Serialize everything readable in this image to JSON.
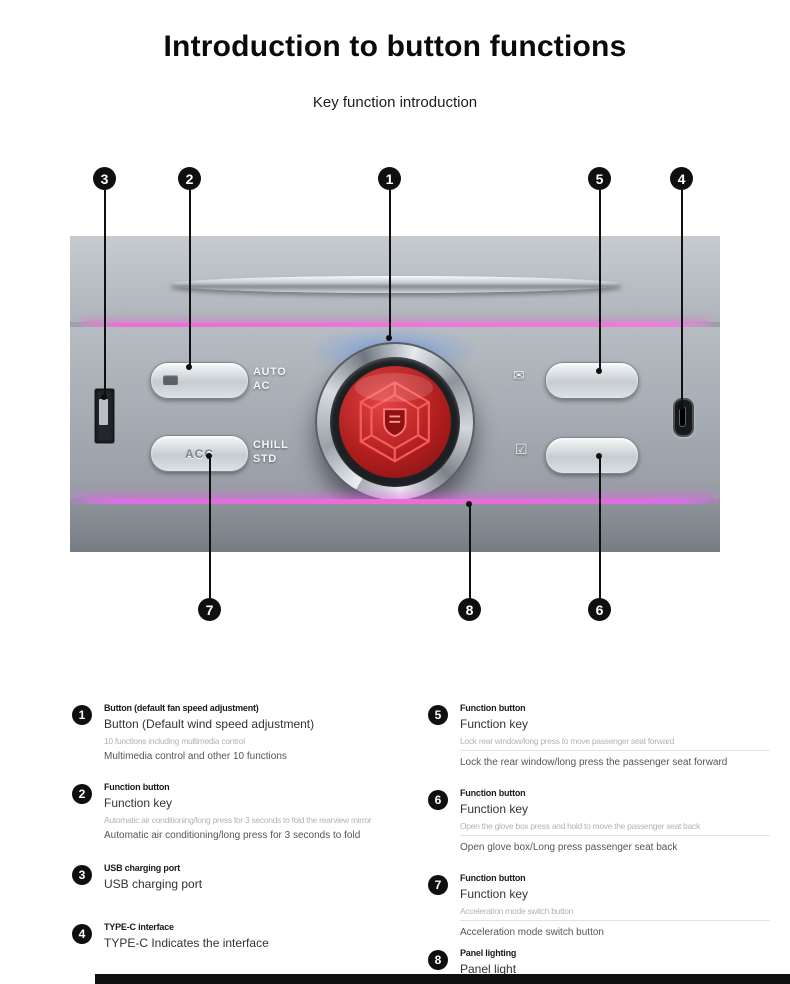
{
  "page": {
    "title": "Introduction to button functions",
    "subtitle": "Key function introduction",
    "accent_black": "#0f0f0f",
    "led_pink": "#ef6bd6"
  },
  "callouts": {
    "top": [
      "3",
      "2",
      "1",
      "5",
      "4"
    ],
    "bottom": [
      "7",
      "8",
      "6"
    ]
  },
  "panel": {
    "labels": {
      "auto_line1": "AUTO",
      "auto_line2": "AC",
      "acc": "ACC",
      "chill_line1": "CHILL",
      "chill_line2": "STD"
    },
    "icons": {
      "rear_window_glyph": "✉",
      "glove_box_glyph": "☑"
    }
  },
  "legend": {
    "left": [
      {
        "num": "1",
        "heading": "Button (default fan speed adjustment)",
        "title": "Button (Default wind speed adjustment)",
        "note": "10 functions including multimedia control",
        "desc": "Multimedia control and other 10 functions"
      },
      {
        "num": "2",
        "heading": "Function button",
        "title": "Function key",
        "note": "Automatic air conditioning/long press for 3 seconds to fold the rearview mirror",
        "desc": "Automatic air conditioning/long press for 3 seconds to fold"
      },
      {
        "num": "3",
        "heading": "USB charging port",
        "title": "USB charging port"
      },
      {
        "num": "4",
        "heading": "TYPE-C interface",
        "title": "TYPE-C Indicates the interface"
      }
    ],
    "right": [
      {
        "num": "5",
        "heading": "Function button",
        "title": "Function key",
        "note": "Lock rear window/long press to move passenger seat forward",
        "desc": "Lock the rear window/long press the passenger seat forward"
      },
      {
        "num": "6",
        "heading": "Function button",
        "title": "Function key",
        "note": "Open the glove box press and hold to move the passenger seat back",
        "desc": "Open glove box/Long press passenger seat back"
      },
      {
        "num": "7",
        "heading": "Function button",
        "title": "Function key",
        "note": "Acceleration mode switch button",
        "desc": "Acceleration mode switch button"
      },
      {
        "num": "8",
        "heading": "Panel lighting",
        "title": "Panel light"
      }
    ]
  }
}
